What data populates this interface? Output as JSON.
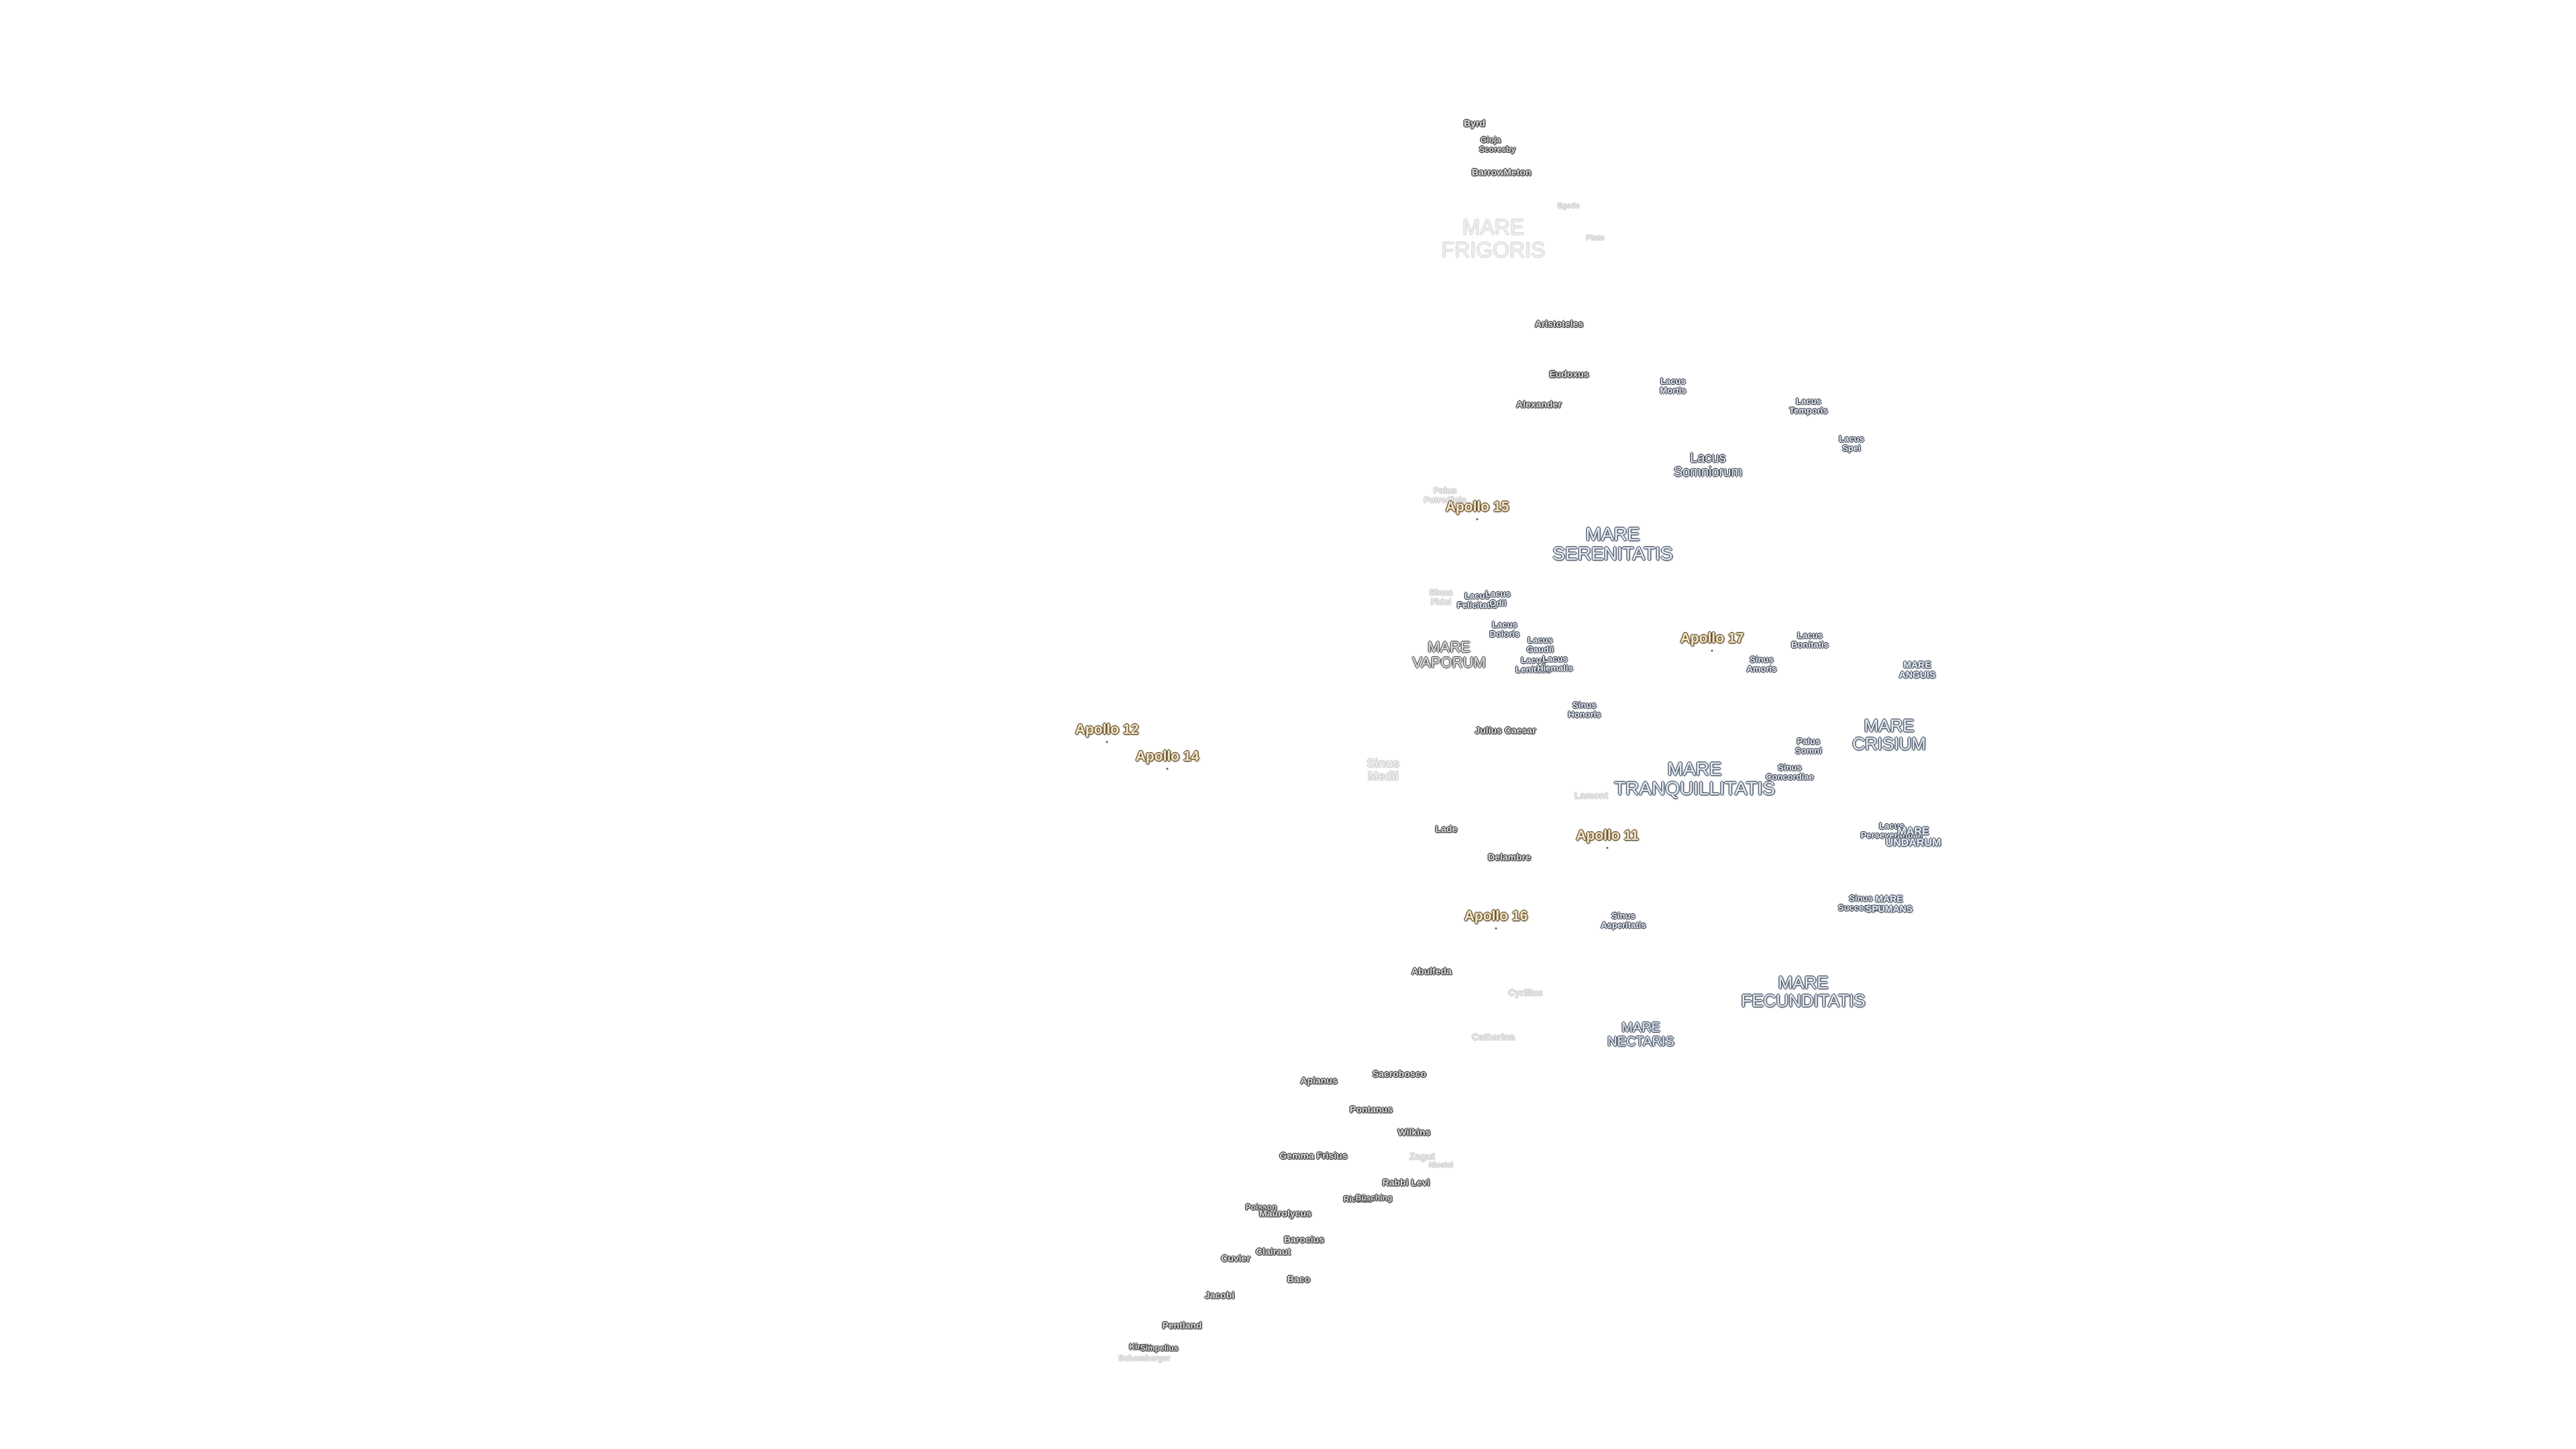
{
  "map": {
    "apollo_sites": [
      {
        "label": "Apollo 15"
      },
      {
        "label": "Apollo 17"
      },
      {
        "label": "Apollo 12"
      },
      {
        "label": "Apollo 14"
      },
      {
        "label": "Apollo 11"
      },
      {
        "label": "Apollo 16"
      }
    ],
    "maria": [
      {
        "label": "MARE\nFRIGORIS"
      },
      {
        "label": "MARE\nSERENITATIS"
      },
      {
        "label": "MARE\nVAPORUM"
      },
      {
        "label": "MARE\nTRANQUILLITATIS"
      },
      {
        "label": "MARE\nCRISIUM"
      },
      {
        "label": "MARE\nFECUNDITATIS"
      },
      {
        "label": "MARE\nNECTARIS"
      },
      {
        "label": "MARE\nANGUIS"
      },
      {
        "label": "MARE\nUNDARUM"
      },
      {
        "label": "MARE\nSPUMANS"
      }
    ],
    "lakes_bays_marshes": [
      {
        "label": "Lacus\nMortis"
      },
      {
        "label": "Lacus\nTemporis"
      },
      {
        "label": "Lacus\nSpei"
      },
      {
        "label": "Lacus\nSomniorum"
      },
      {
        "label": "Palus\nPutredinis"
      },
      {
        "label": "Sinus\nFidei"
      },
      {
        "label": "Lacus\nFelicitatis"
      },
      {
        "label": "Lacus\nOdii"
      },
      {
        "label": "Lacus\nDoloris"
      },
      {
        "label": "Lacus\nGaudii"
      },
      {
        "label": "Lacus\nLenitatis"
      },
      {
        "label": "Lacus\nHiemalis"
      },
      {
        "label": "Lacus\nBonitatis"
      },
      {
        "label": "Sinus\nAmoris"
      },
      {
        "label": "Sinus\nHonoris"
      },
      {
        "label": "Palus\nSomni"
      },
      {
        "label": "Sinus\nConcordiae"
      },
      {
        "label": "Sinus\nMedii"
      },
      {
        "label": "Lacus\nPerseverantiae"
      },
      {
        "label": "Sinus\nSuccessus"
      },
      {
        "label": "Sinus\nAsperitatis"
      }
    ],
    "craters": [
      {
        "label": "Byrd"
      },
      {
        "label": "Gioja"
      },
      {
        "label": "Scoresby"
      },
      {
        "label": "Barrow"
      },
      {
        "label": "Meton"
      },
      {
        "label": "Aristoteles"
      },
      {
        "label": "Eudoxus"
      },
      {
        "label": "Alexander"
      },
      {
        "label": "Julius Caesar"
      },
      {
        "label": "Lade"
      },
      {
        "label": "Delambre"
      },
      {
        "label": "Abulfeda"
      },
      {
        "label": "Sacrobosco"
      },
      {
        "label": "Apianus"
      },
      {
        "label": "Pontanus"
      },
      {
        "label": "Wilkins"
      },
      {
        "label": "Gemma Frisius"
      },
      {
        "label": "Zagut"
      },
      {
        "label": "Rabbi Levi"
      },
      {
        "label": "Riccius"
      },
      {
        "label": "Büsching"
      },
      {
        "label": "Poisson"
      },
      {
        "label": "Maurolycus"
      },
      {
        "label": "Barocius"
      },
      {
        "label": "Clairaut"
      },
      {
        "label": "Cuvier"
      },
      {
        "label": "Baco"
      },
      {
        "label": "Jacobi"
      },
      {
        "label": "Pentland"
      },
      {
        "label": "Kinau"
      },
      {
        "label": "Simpelius"
      }
    ],
    "faint_labels": [
      {
        "label": "Lamont"
      },
      {
        "label": "Cyrillus"
      },
      {
        "label": "Catharina"
      },
      {
        "label": "Nicolai"
      },
      {
        "label": "Schomberger"
      },
      {
        "label": "Egede"
      },
      {
        "label": "Plato"
      }
    ]
  }
}
